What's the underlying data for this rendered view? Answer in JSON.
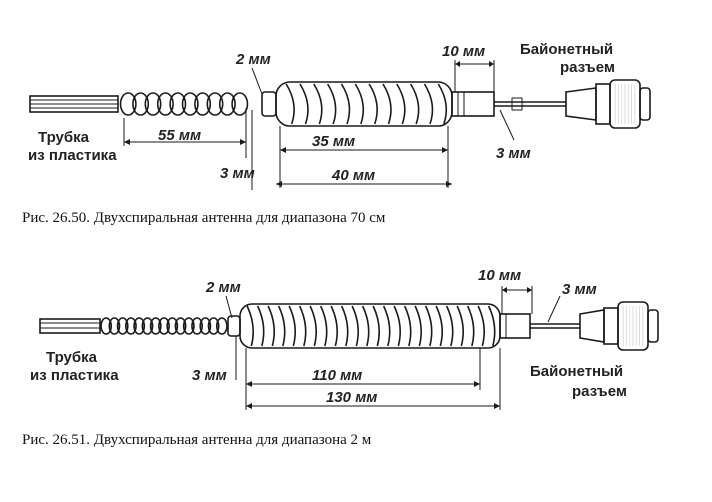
{
  "figure1": {
    "caption": "Рис. 26.50. Двухспиральная антенна для диапазона 70 см",
    "labels": {
      "tube_line1": "Трубка",
      "tube_line2": "из пластика",
      "connector_line1": "Байонетный",
      "connector_line2": "разъем",
      "dim_55": "55 мм",
      "dim_35": "35 мм",
      "dim_40": "40 мм",
      "dim_10": "10 мм",
      "dim_2": "2 мм",
      "dim_3_left": "3 мм",
      "dim_3_right": "3 мм"
    }
  },
  "figure2": {
    "caption": "Рис. 26.51. Двухспиральная антенна для диапазона 2 м",
    "labels": {
      "tube_line1": "Трубка",
      "tube_line2": "из пластика",
      "connector_line1": "Байонетный",
      "connector_line2": "разъем",
      "dim_110": "110 мм",
      "dim_130": "130 мм",
      "dim_10": "10 мм",
      "dim_2": "2 мм",
      "dim_3_left": "3 мм",
      "dim_3_right": "3 мм"
    }
  }
}
